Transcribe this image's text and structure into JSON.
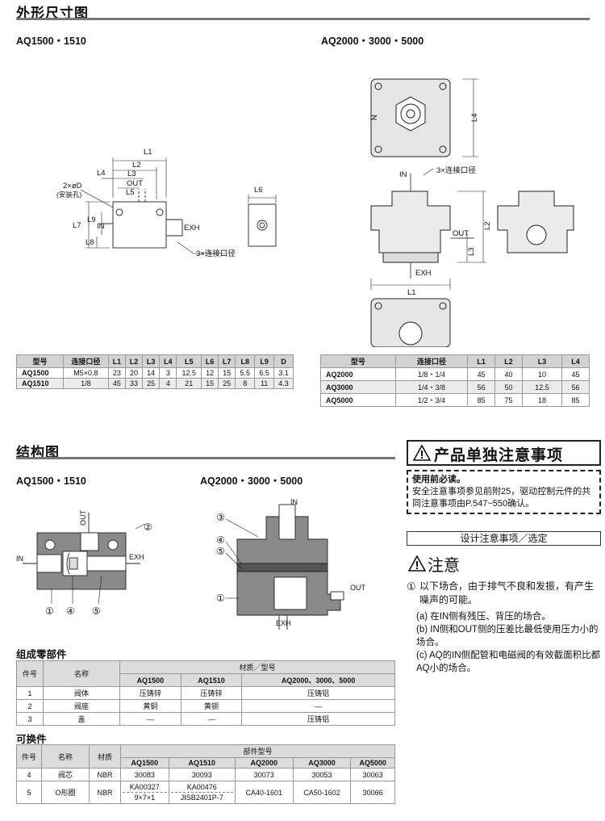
{
  "section_dims": {
    "title": "外形尺寸图",
    "left_model": "AQ1500・1510",
    "right_model": "AQ2000・3000・5000",
    "left_labels": {
      "l1": "L1",
      "l2": "L2",
      "l3": "L3",
      "l4": "L4",
      "l5": "L5",
      "l6": "L6",
      "l7": "L7",
      "l8": "L8",
      "l9": "L9",
      "out": "OUT",
      "in": "IN",
      "exh": "EXH",
      "hole": "2×øD",
      "hole_note": "(安装孔)",
      "port": "3×连接口径"
    },
    "right_labels": {
      "n": "N",
      "l1": "L1",
      "l2": "L2",
      "l3": "L3",
      "l4": "L4",
      "in": "IN",
      "out": "OUT",
      "exh": "EXH",
      "port": "3×连接口径"
    },
    "table_left": {
      "headers": [
        "型号",
        "连接口径",
        "L1",
        "L2",
        "L3",
        "L4",
        "L5",
        "L6",
        "L7",
        "L8",
        "L9",
        "D"
      ],
      "rows": [
        [
          "AQ1500",
          "M5×0.8",
          "23",
          "20",
          "14",
          "3",
          "12.5",
          "12",
          "15",
          "5.5",
          "6.5",
          "3.1"
        ],
        [
          "AQ1510",
          "1/8",
          "45",
          "33",
          "25",
          "4",
          "21",
          "15",
          "25",
          "8",
          "11",
          "4.3"
        ]
      ]
    },
    "table_right": {
      "headers": [
        "型号",
        "连接口径",
        "L1",
        "L2",
        "L3",
        "L4"
      ],
      "rows": [
        [
          "AQ2000",
          "1/8・1/4",
          "45",
          "40",
          "10",
          "45"
        ],
        [
          "AQ3000",
          "1/4・3/8",
          "56",
          "50",
          "12.5",
          "56"
        ],
        [
          "AQ5000",
          "1/2・3/4",
          "85",
          "75",
          "18",
          "85"
        ]
      ]
    }
  },
  "section_struct": {
    "title": "结构图",
    "left_model": "AQ1500・1510",
    "right_model": "AQ2000・3000・5000",
    "left_labels": {
      "out": "OUT",
      "in": "IN",
      "exh": "EXH",
      "n1": "①",
      "n2": "②",
      "n4": "④",
      "n5": "⑤"
    },
    "right_labels": {
      "in": "IN",
      "out": "OUT",
      "exh": "EXH",
      "n1": "①",
      "n3": "③",
      "n4": "④",
      "n5": "⑤"
    }
  },
  "components": {
    "title": "组成零部件",
    "h_no": "件号",
    "h_name": "名称",
    "h_material": "材质／型号",
    "models": [
      "AQ1500",
      "AQ1510",
      "AQ2000、3000、5000"
    ],
    "rows": [
      [
        "1",
        "阀体",
        "压铸锌",
        "压铸锌",
        "压铸铝"
      ],
      [
        "2",
        "阀座",
        "黄铜",
        "黄铜",
        "—"
      ],
      [
        "3",
        "盖",
        "—",
        "—",
        "压铸铝"
      ]
    ]
  },
  "replace": {
    "title": "可换件",
    "h_no": "件号",
    "h_name": "名称",
    "h_material": "材质",
    "h_part": "部件型号",
    "models": [
      "AQ1500",
      "AQ1510",
      "AQ2000",
      "AQ3000",
      "AQ5000"
    ],
    "row4": [
      "4",
      "阀芯",
      "NBR",
      "30083",
      "30093",
      "30073",
      "30053",
      "30063"
    ],
    "row5": {
      "no": "5",
      "name": "O形圈",
      "mat": "NBR",
      "aq1500_a": "KA00327",
      "aq1500_b": "9×7×1",
      "aq1510_a": "KA00476",
      "aq1510_b": "JISB2401P-7",
      "aq2000": "CA40-1601",
      "aq3000": "CA50-1602",
      "aq5000": "30066"
    }
  },
  "caution": {
    "header": "产品单独注意事项",
    "note_title": "使用前必读。",
    "note_text": "安全注意事项参见前附25，驱动控制元件的共同注意事项由P.547~550确认。",
    "design_label": "设计注意事项／选定",
    "warn_title": "注意",
    "item_num": "①",
    "item_text": "以下场合，由于排气不良和发振，有产生噪声的可能。",
    "subs": [
      "(a) 在IN侧有残压、背压的场合。",
      "(b) IN侧和OUT侧的压差比最低使用压力小的场合。",
      "(c) AQ的IN侧配管和电磁阀的有效截面积比都AQ小的场合。"
    ]
  }
}
